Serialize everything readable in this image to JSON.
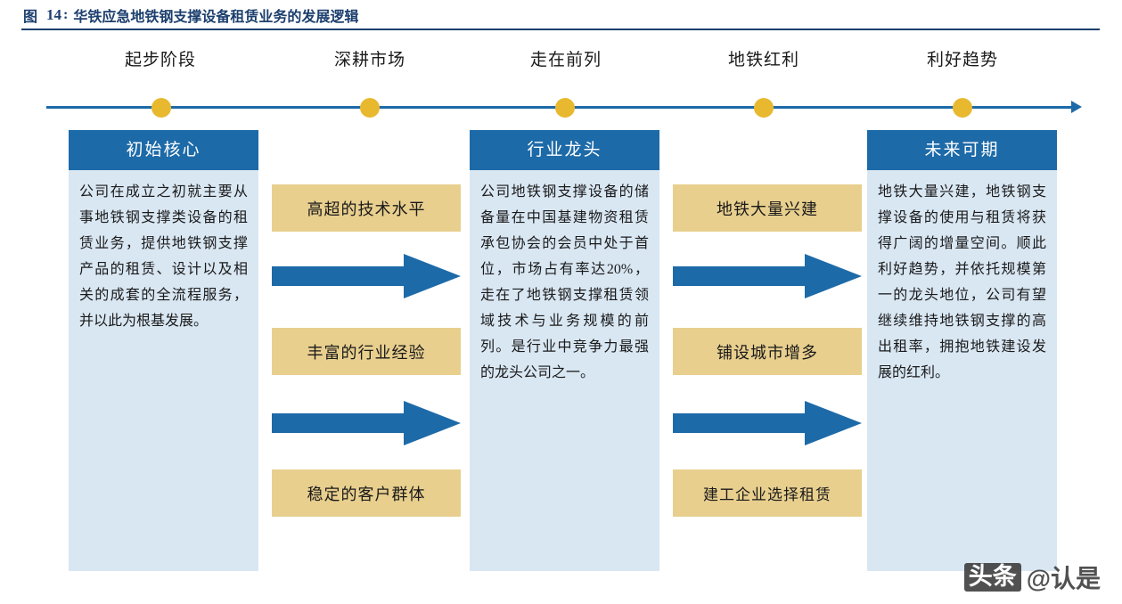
{
  "header": {
    "figure_word": "图",
    "figure_number": "14",
    "colon": ":",
    "title": "华铁应急地铁钢支撑设备租赁业务的发展逻辑"
  },
  "timeline": {
    "stages": [
      {
        "label": "起步阶段"
      },
      {
        "label": "深耕市场"
      },
      {
        "label": "走在前列"
      },
      {
        "label": "地铁红利"
      },
      {
        "label": "利好趋势"
      }
    ],
    "line_color": "#1d6aa8",
    "node_color": "#e8b82f"
  },
  "columns": {
    "col1": {
      "head": "初始核心",
      "body": "公司在成立之初就主要从事地铁钢支撑类设备的租赁业务，提供地铁钢支撑产品的租赁、设计以及相关的成套的全流程服务，并以此为根基发展。"
    },
    "col2": {
      "boxes": [
        "高超的技术水平",
        "丰富的行业经验",
        "稳定的客户群体"
      ]
    },
    "col3": {
      "head": "行业龙头",
      "body": "公司地铁钢支撑设备的储备量在中国基建物资租赁承包协会的会员中处于首位，市场占有率达20%，走在了地铁钢支撑租赁领域技术与业务规模的前列。是行业中竞争力最强的龙头公司之一。"
    },
    "col4": {
      "boxes": [
        "地铁大量兴建",
        "铺设城市增多",
        "建工企业选择租赁"
      ]
    },
    "col5": {
      "head": "未来可期",
      "body": "地铁大量兴建，地铁钢支撑设备的使用与租赁将获得广阔的增量空间。顺此利好趋势，并依托规模第一的龙头地位，公司有望继续维持地铁钢支撑的高出租率，拥抱地铁建设发展的红利。"
    }
  },
  "colors": {
    "brand_blue": "#1c3f6e",
    "accent_blue": "#1d6aa8",
    "light_blue": "#d9e7f3",
    "gold": "#e8cf8e",
    "node_gold": "#e8b82f"
  },
  "watermark": {
    "badge": "头条",
    "text": "@认是"
  }
}
